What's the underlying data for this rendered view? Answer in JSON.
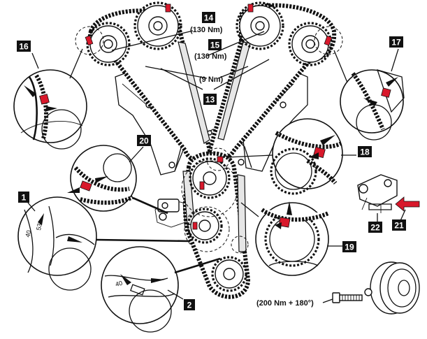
{
  "callouts": {
    "c1": "1",
    "c2": "2",
    "c13": "13",
    "c14": "14",
    "c15": "15",
    "c16": "16",
    "c17": "17",
    "c18": "18",
    "c19": "19",
    "c20": "20",
    "c21": "21",
    "c22": "22"
  },
  "torques": {
    "t14": "(130 Nm)",
    "t15": "(130 Nm)",
    "t13": "(9 Nm)",
    "crank": "(200 Nm + 180°)"
  },
  "marks": {
    "detail1": "40",
    "detail1b": "53",
    "detail2": "40"
  },
  "colors": {
    "marker": "#d8182b",
    "ink": "#111111",
    "callout_bg": "#111111",
    "callout_fg": "#ffffff"
  }
}
